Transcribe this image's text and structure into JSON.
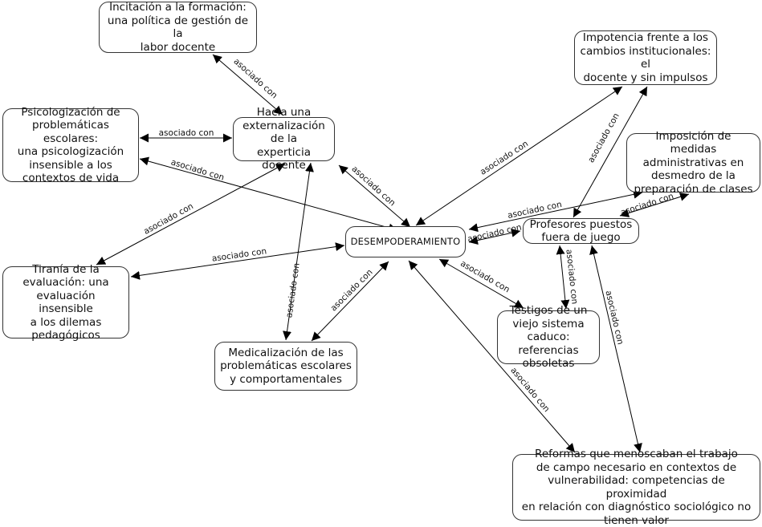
{
  "nodes": {
    "n1": "Incitación a la formación:\nuna política de gestión de la\nlabor docente",
    "n2": "Psicologización de\nproblemáticas escolares:\nuna psicologización\ninsensible a los\ncontextos de vida",
    "n3": "Hacia una\nexternalización de la\nexperticia docente",
    "n4": "Impotencia frente a los\ncambios institucionales: el\ndocente y sin impulsos",
    "n5": "Imposición de medidas\nadministrativas en\ndesmedro de la\npreparación de clases",
    "n6": "DESEMPODERAMIENTO",
    "n7": "Profesores puestos\nfuera de juego",
    "n8": "Tiranía de la\nevaluación: una\nevaluación insensible\na los dilemas\npedagógicos",
    "n9": "Testigos de un\nviejo sistema\ncaduco: referencias\nobsoletas",
    "n10": "Medicalización de las\nproblemáticas escolares\ny comportamentales",
    "n11": "Reformas que menoscaban el trabajo\nde campo necesario en contextos de\nvulnerabilidad: competencias de proximidad\nen relación con diagnóstico sociológico no\ntienen valor"
  },
  "edge_label": "asociado con",
  "edges": [
    {
      "from": "n3",
      "to": "n1",
      "label": "asociado con"
    },
    {
      "from": "n2",
      "to": "n3",
      "label": "asociado con"
    },
    {
      "from": "n2",
      "to": "n6",
      "label": "asociado con"
    },
    {
      "from": "n3",
      "to": "n6",
      "label": "asociado con"
    },
    {
      "from": "n3",
      "to": "n8",
      "label": "asociado con"
    },
    {
      "from": "n3",
      "to": "n10",
      "label": "asociado con"
    },
    {
      "from": "n6",
      "to": "n4",
      "label": "asociado con"
    },
    {
      "from": "n6",
      "to": "n8",
      "label": "asociado con"
    },
    {
      "from": "n6",
      "to": "n7",
      "label": "asociado con"
    },
    {
      "from": "n6",
      "to": "n5",
      "label": "asociado con"
    },
    {
      "from": "n6",
      "to": "n10",
      "label": "asociado con"
    },
    {
      "from": "n6",
      "to": "n9",
      "label": "asociado con"
    },
    {
      "from": "n6",
      "to": "n11",
      "label": "asociado con"
    },
    {
      "from": "n7",
      "to": "n4",
      "label": "asociado con"
    },
    {
      "from": "n7",
      "to": "n5",
      "label": "asociado con"
    },
    {
      "from": "n7",
      "to": "n9",
      "label": "asociado con"
    },
    {
      "from": "n7",
      "to": "n11",
      "label": "asociado con"
    }
  ]
}
